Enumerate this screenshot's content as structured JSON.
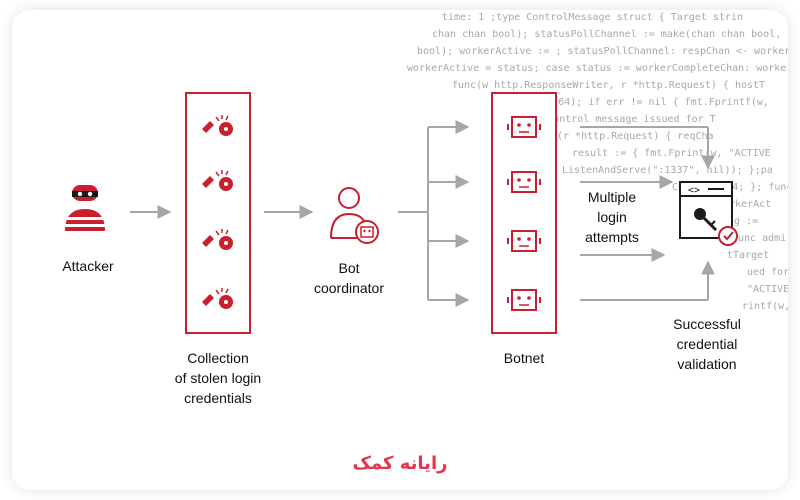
{
  "labels": {
    "attacker": "Attacker",
    "collection": "Collection\nof stolen login\ncredentials",
    "bot_coordinator": "Bot\ncoordinator",
    "botnet": "Botnet",
    "multiple_attempts": "Multiple\nlogin\nattempts",
    "success": "Successful\ncredential\nvalidation"
  },
  "brand": {
    "logo_text": "رایانه کمک"
  },
  "code_lines": [
    "time: 1 ;type ControlMessage struct { Target strin",
    "chan chan bool); statusPollChannel := make(chan chan bool,",
    "bool); workerActive := ; statusPollChannel: respChan <- workerActive; cas",
    "workerActive = status; case status := workerCompleteChan: workerActive = status;",
    "func(w http.ResponseWriter, r *http.Request) { hostT",
    "Count, 10, 64); if err != nil { fmt.Fprintf(w,",
    "(w, \"Control message issued for T",
    "(r *http.Request) { reqCha",
    "result := { fmt.Fprint(w, \"ACTIVE",
    "ListenAndServe(\":1337\", nil)); };pa",
    "Count int64; }; func ma",
    "workerAct",
    "msg :=",
    "func admi",
    "tTarget",
    "ued for T",
    "\"ACTIVE",
    "rintf(w,"
  ],
  "icons": {
    "attacker": "masked-attacker-icon",
    "credential": "key-and-password-icon",
    "coordinator": "person-with-robot-badge-icon",
    "bot": "robot-face-icon",
    "target": "login-window-with-key-icon"
  },
  "colors": {
    "accent": "#c8202f",
    "arrow": "#a6a6a6",
    "success": "#c8202f",
    "logo": "#e8334d"
  }
}
